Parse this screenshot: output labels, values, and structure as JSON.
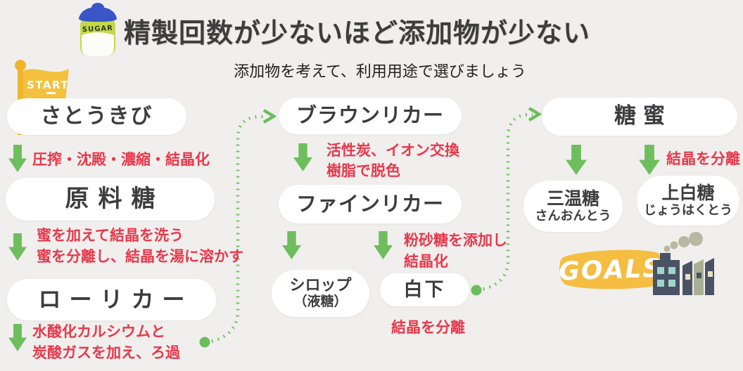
{
  "header": {
    "title": "精製回数が少ないほど添加物が少ない",
    "subtitle": "添加物を考えて、利用用途で選びましょう",
    "sugar_jar_label": "SUGAR"
  },
  "markers": {
    "start_label": "START",
    "goals_label": "GOALS"
  },
  "columns": {
    "left": {
      "sugarcane": "さとうきび",
      "process1": "圧搾・沈殿・濃縮・結晶化",
      "raw_sugar": "原料糖",
      "process2_line1": "蜜を加えて結晶を洗う",
      "process2_line2": "蜜を分離し、結晶を湯に溶かす",
      "raw_liquor": "ローリカー",
      "process3_line1": "水酸化カルシウムと",
      "process3_line2": "炭酸ガスを加え、ろ過"
    },
    "middle": {
      "brown_liquor": "ブラウンリカー",
      "process1_line1": "活性炭、イオン交換",
      "process1_line2": "樹脂で脱色",
      "fine_liquor": "ファインリカー",
      "process2_line1": "粉砂糖を添加し",
      "process2_line2": "結晶化",
      "syrup_line1": "シロップ",
      "syrup_line2": "（液糖）",
      "shiroshita": "白下",
      "process3": "結晶を分離"
    },
    "right": {
      "molasses": "糖蜜",
      "process1": "結晶を分離",
      "sanontou_line1": "三温糖",
      "sanontou_line2": "さんおんとう",
      "jouhakutou_line1": "上白糖",
      "jouhakutou_line2": "じょうはくとう"
    }
  },
  "colors": {
    "background": "#f0efed",
    "node_bg": "#ffffff",
    "node_text": "#3d3d3d",
    "process_text": "#e8384b",
    "arrow_green": "#6fbe5d",
    "accent_yellow": "#f3bf3f",
    "factory_dark": "#4a5265"
  }
}
